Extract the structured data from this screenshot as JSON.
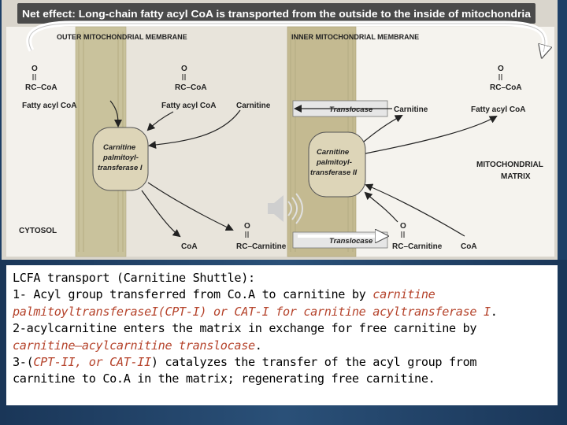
{
  "diagram": {
    "net_effect": "Net effect: Long-chain fatty acyl CoA is transported from the outside to the inside of mitochondria",
    "outer_membrane_label": "OUTER MITOCHONDRIAL MEMBRANE",
    "inner_membrane_label": "INNER MITOCHONDRIAL MEMBRANE",
    "cytosol_label": "CYTOSOL",
    "matrix_label_line1": "MITOCHONDRIAL",
    "matrix_label_line2": "MATRIX",
    "carbonyl_o": "O",
    "rc_coa": "RC–CoA",
    "fatty_acyl_coa": "Fatty acyl CoA",
    "carnitine": "Carnitine",
    "coa": "CoA",
    "rc_carnitine": "RC–Carnitine",
    "translocase": "Translocase",
    "cpt1_line1": "Carnitine",
    "cpt1_line2": "palmitoyl-",
    "cpt1_line3": "transferase I",
    "cpt2_line1": "Carnitine",
    "cpt2_line2": "palmitoyl-",
    "cpt2_line3": "transferase II",
    "colors": {
      "outer_membrane": "#c9c29c",
      "inner_membrane": "#c4ba91",
      "enzyme_fill": "#ddd5b8",
      "cytosol_bg": "#f3f1ec",
      "matrix_bg": "#f5f3ee",
      "title_bar": "#4a4a4a"
    }
  },
  "caption": {
    "l1": "LCFA transport (Carnitine Shuttle):",
    "l2_a": "1- Acyl group transferred from Co.A to carnitine by ",
    "l2_b": "carnitine",
    "l3_a": "palmitoyltransferaseI(CPT-I) or CAT-I for carnitine acyltransferase I",
    "l3_b": ".",
    "l4": "2-acylcarnitine enters the matrix in exchange for free carnitine by",
    "l5_a": "carnitine–acylcarnitine translocase",
    "l5_b": ".",
    "l6_a": "3-(",
    "l6_b": "CPT-II, or CAT-II",
    "l6_c": ") catalyzes the transfer of the acyl group from",
    "l7": "carnitine to Co.A in the matrix; regenerating free carnitine."
  },
  "audio_icon": "speaker-icon"
}
